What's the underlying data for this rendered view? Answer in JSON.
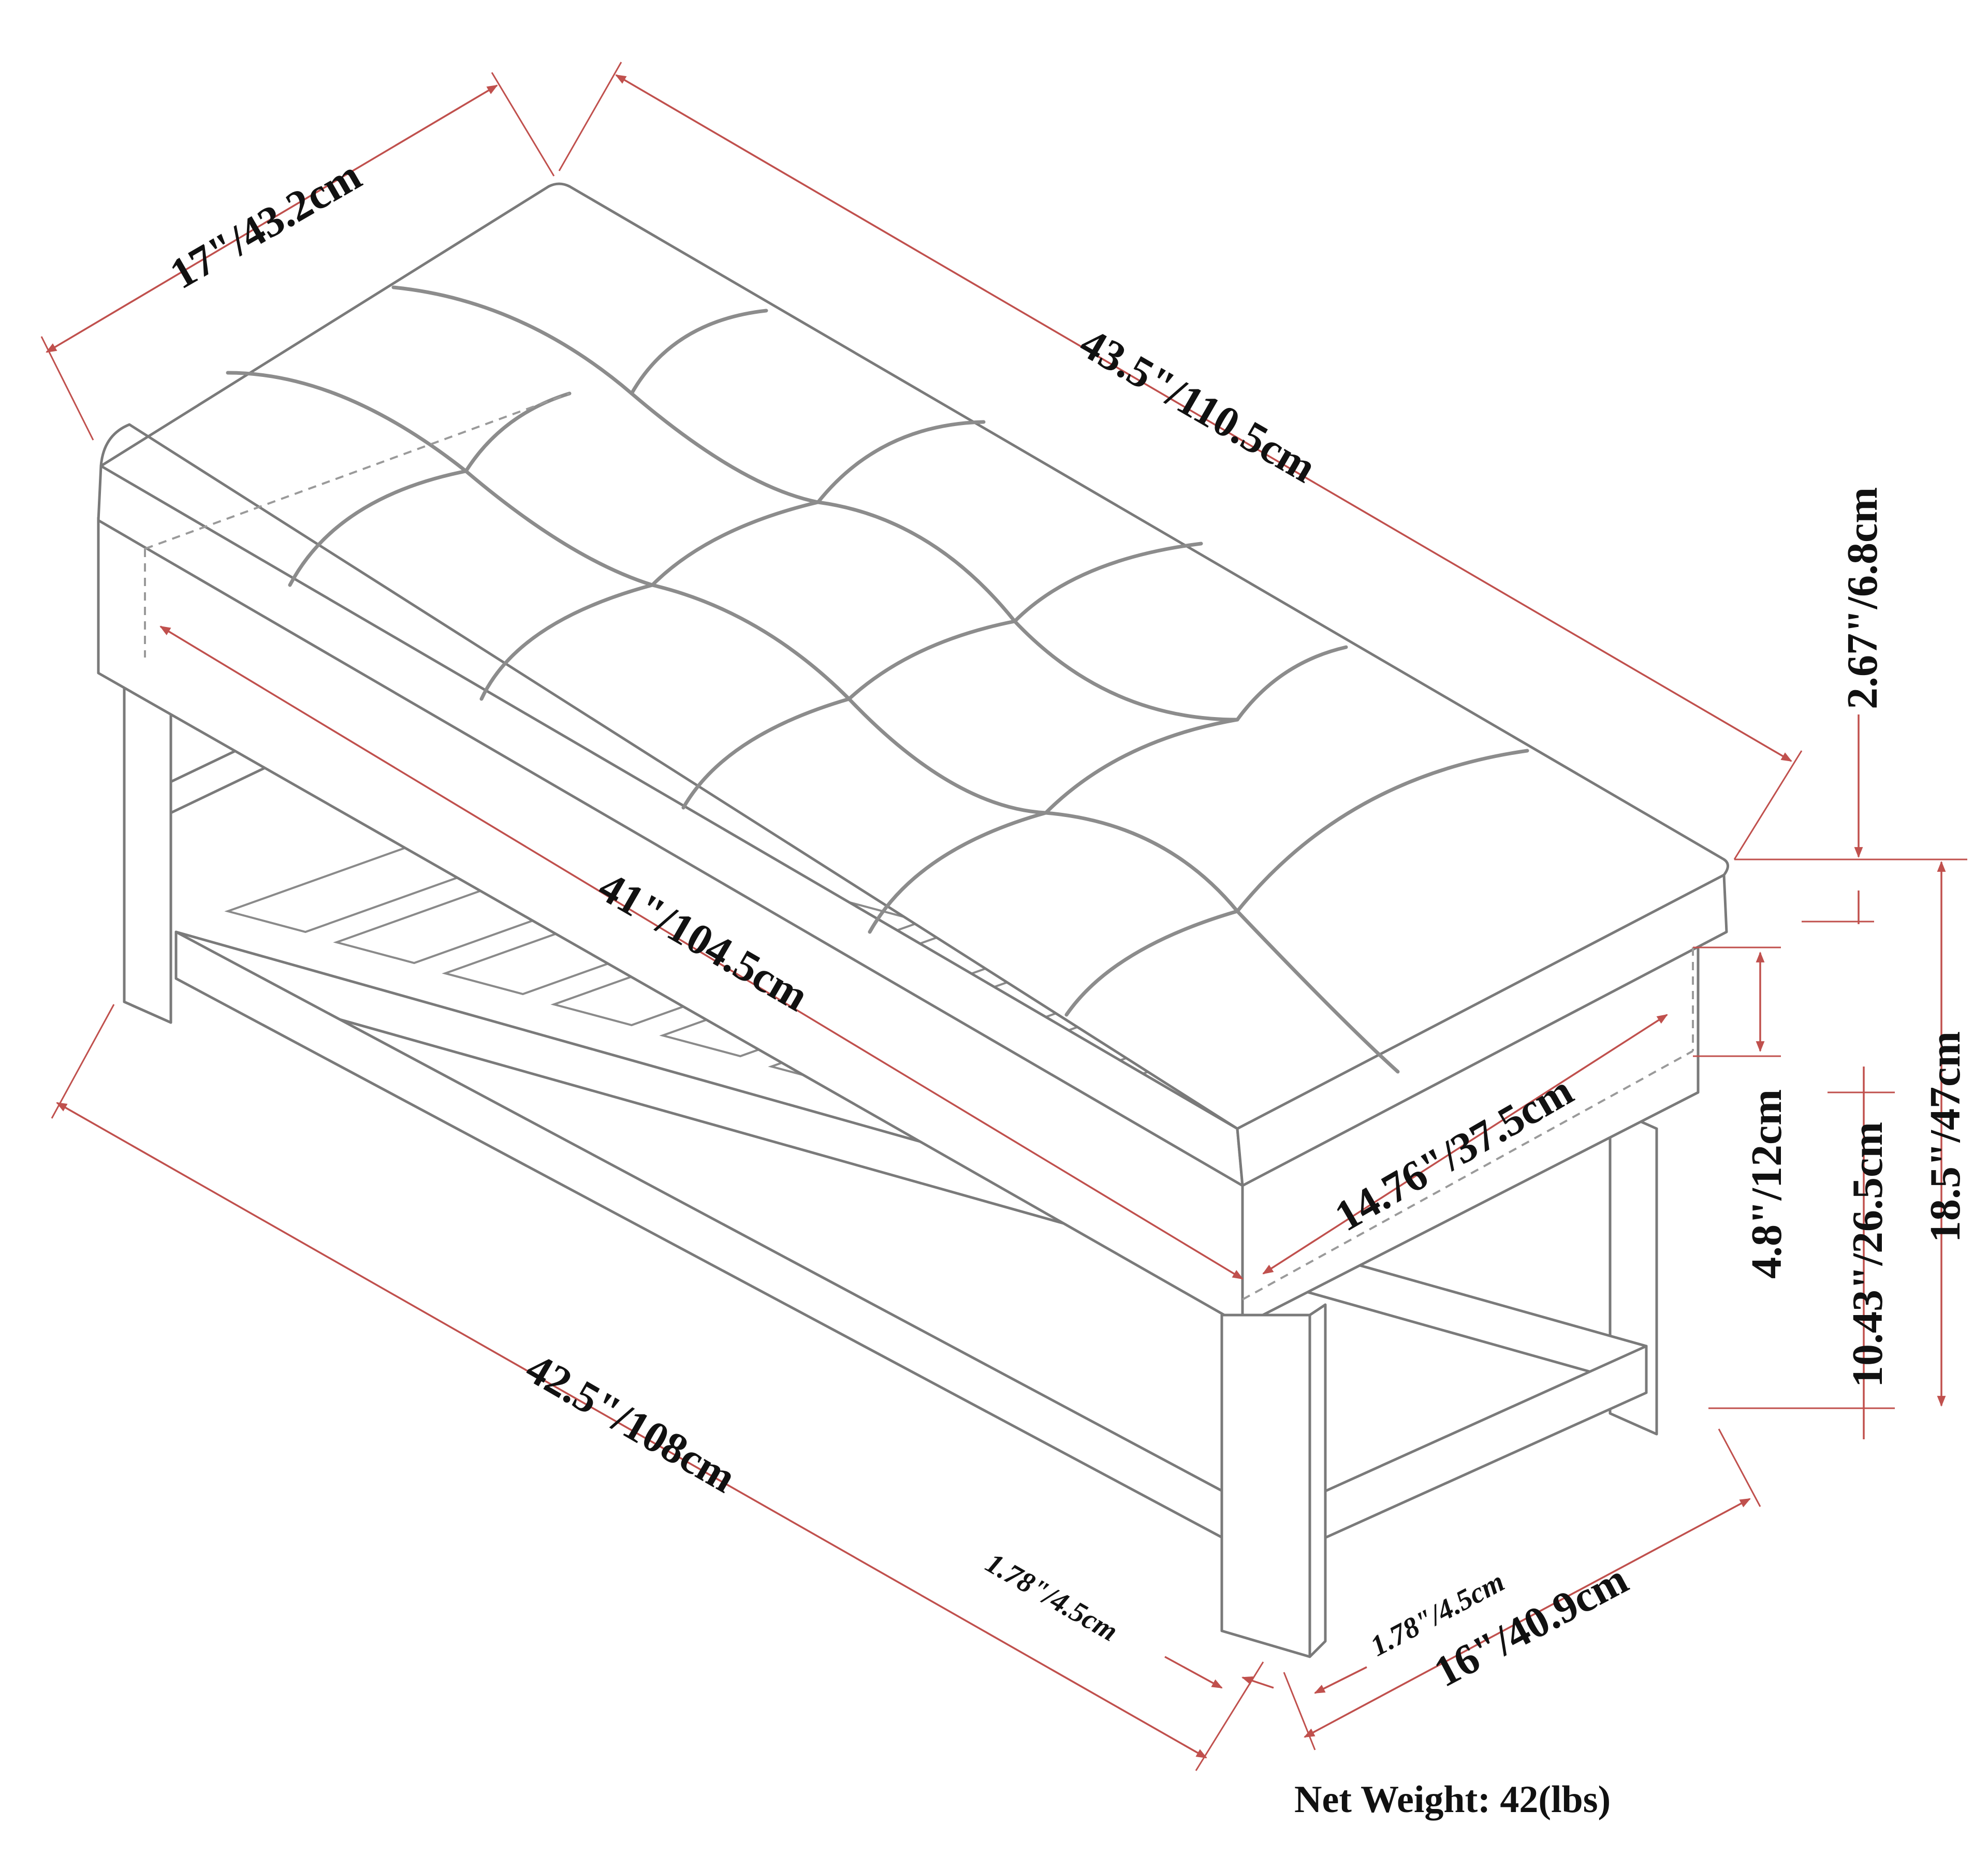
{
  "dimensions": {
    "top_depth": "17\"/43.2cm",
    "top_length": "43.5\"/110.5cm",
    "cushion_height": "2.67\"/6.8cm",
    "inner_length": "41\"/104.5cm",
    "inner_depth": "14.76\"/37.5cm",
    "apron_height": "4.8\"/12cm",
    "shelf_height": "10.43\"/26.5cm",
    "total_height": "18.5\"/47cm",
    "base_length": "42.5\"/108cm",
    "leg_width_front": "1.78\"/4.5cm",
    "leg_width_side": "1.78\"/4.5cm",
    "base_depth": "16\"/40.9cm"
  },
  "net_weight": "Net Weight: 42(lbs)",
  "colors": {
    "dimension_line": "#c0504d",
    "outline": "#7a7a7a",
    "text": "#111111"
  }
}
